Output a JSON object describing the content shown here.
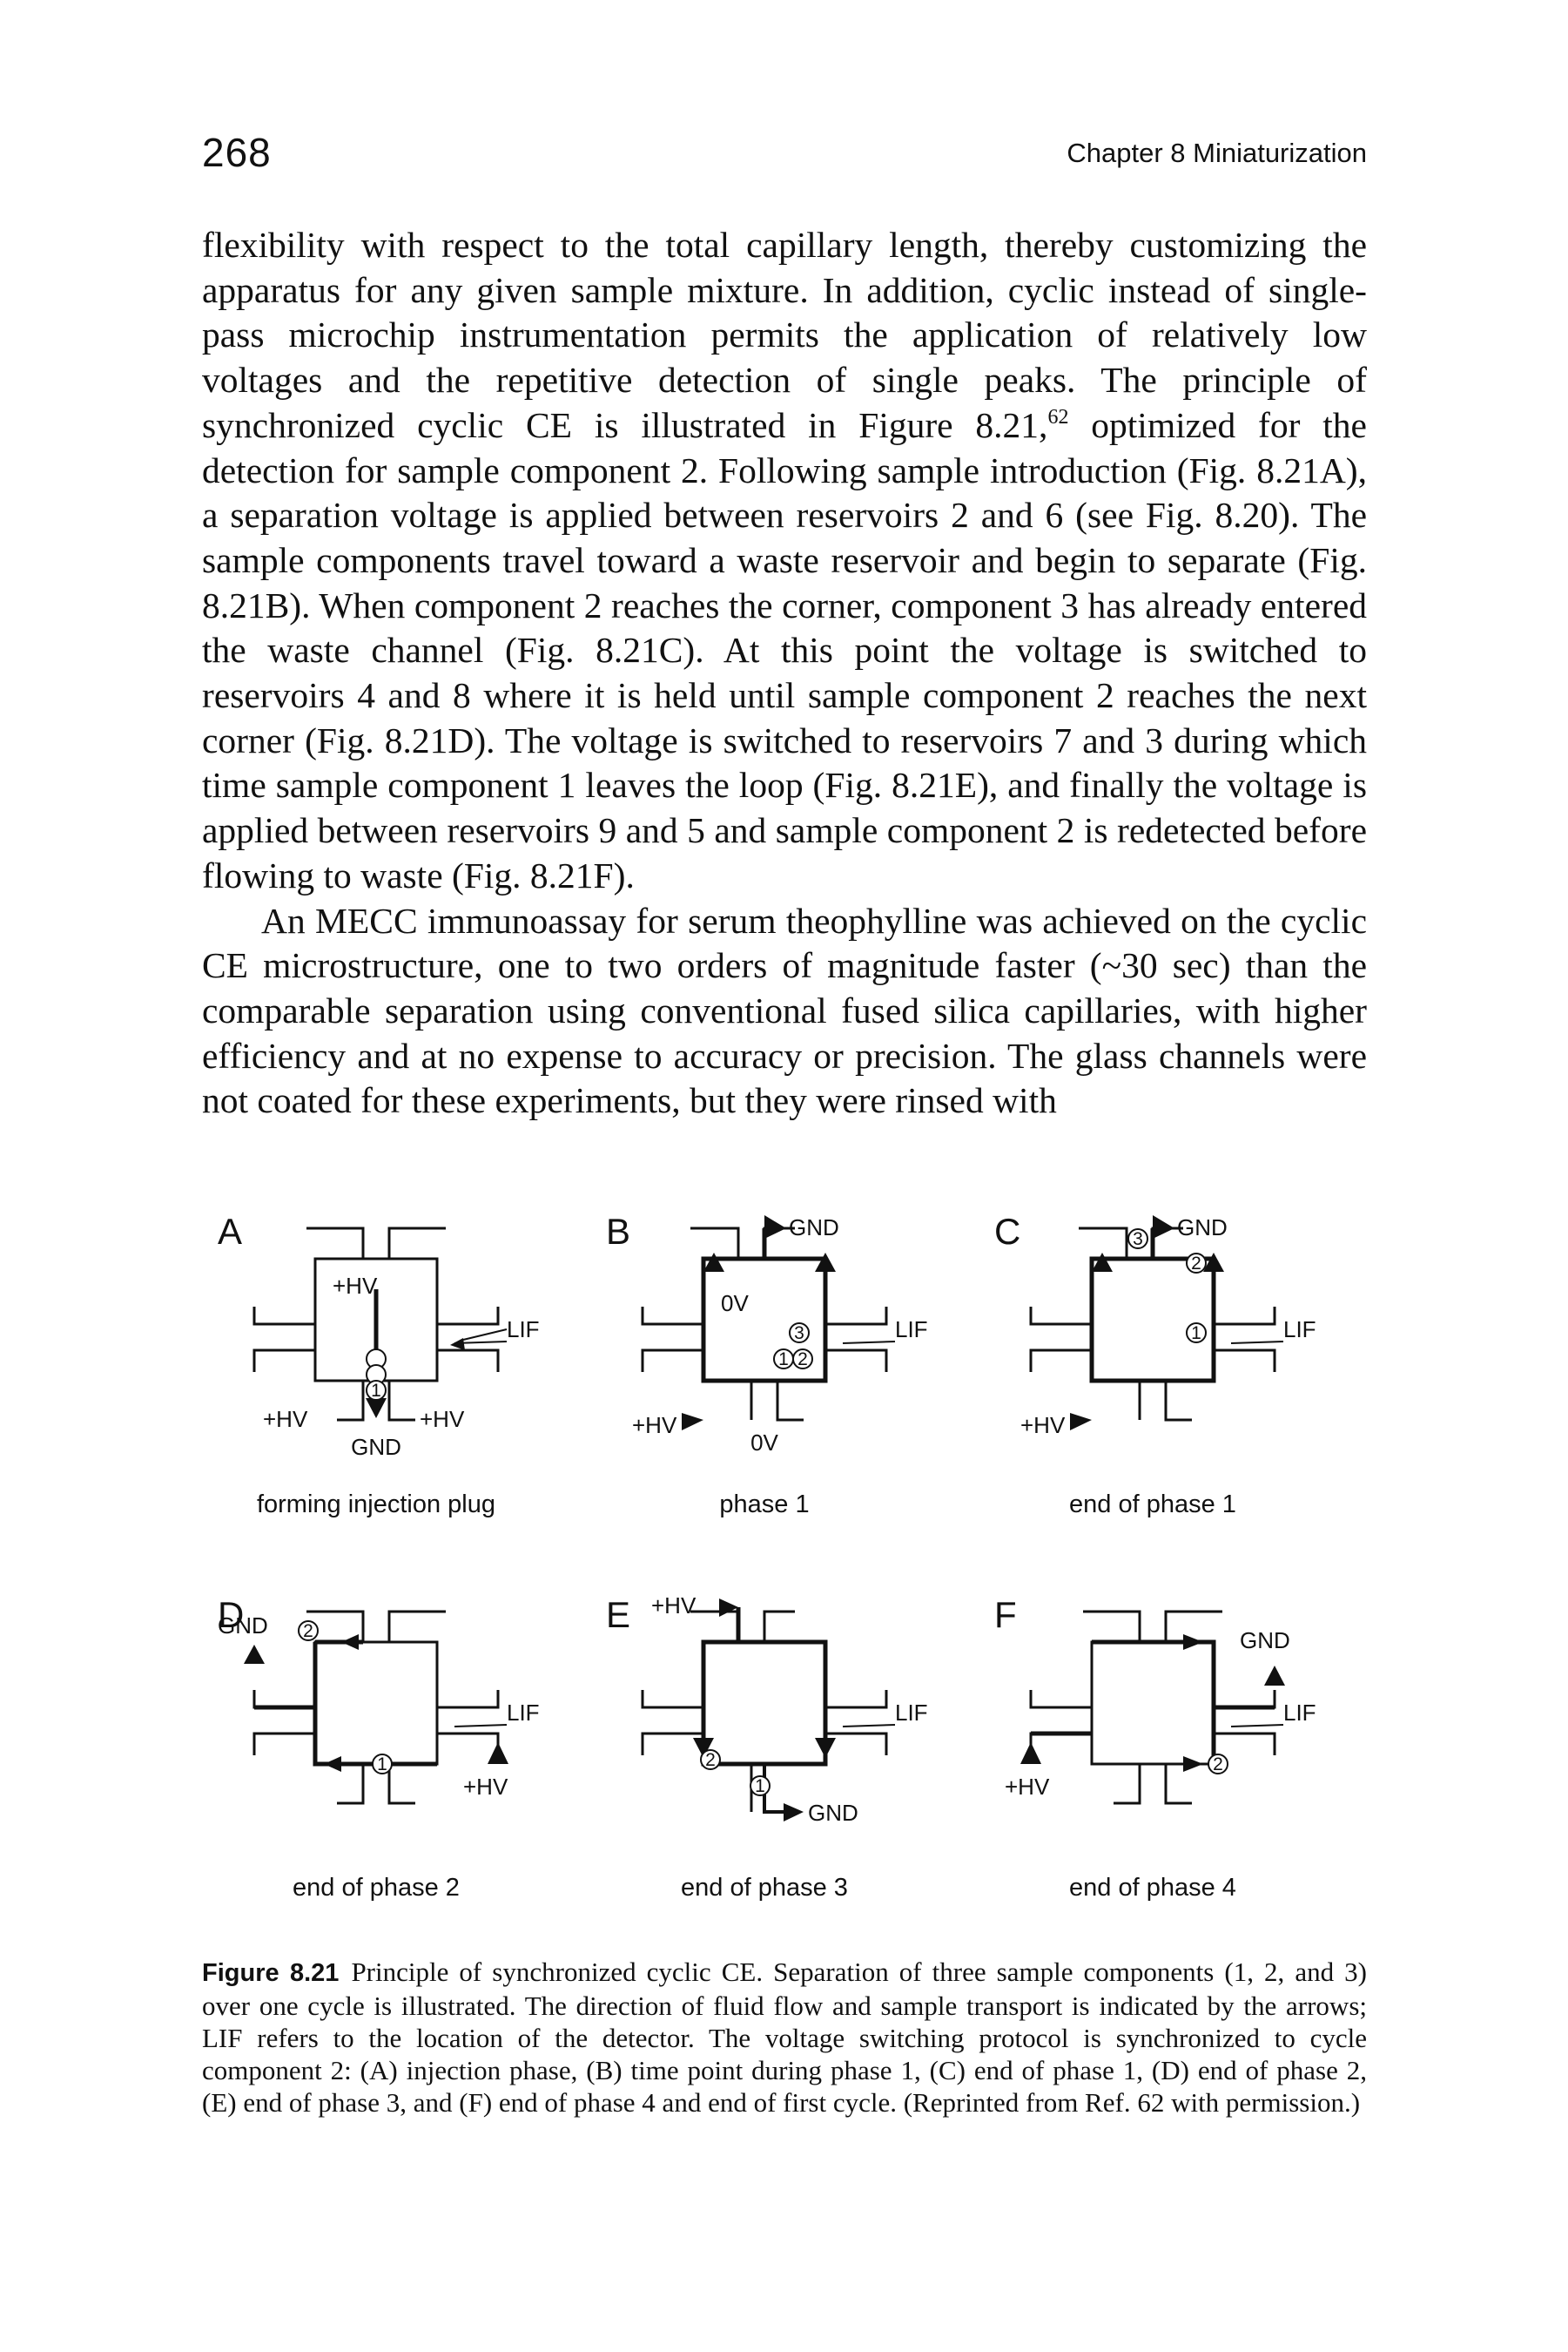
{
  "header": {
    "page_number": "268",
    "running_head": "Chapter 8 Miniaturization"
  },
  "body": {
    "paragraph_1": {
      "part1": "flexibility with respect to the total capillary length, thereby customizing the apparatus for any given sample mixture. In addition, cyclic instead of single-pass microchip instrumentation permits the application of relatively low voltages and the repetitive detection of single peaks. The principle of synchronized cyclic CE is illustrated in Figure 8.21,",
      "ref": "62",
      "part2": " optimized for the detection for sample component 2. Following sample introduction (Fig. 8.21A), a separation voltage is applied between reservoirs 2 and 6 (see Fig. 8.20). The sample components travel toward a waste reservoir and begin to separate (Fig. 8.21B). When component 2 reaches the corner, component 3 has already entered the waste channel (Fig. 8.21C). At this point the voltage is switched to reservoirs 4 and 8 where it is held until sample component 2 reaches the next corner (Fig. 8.21D). The voltage is switched to reservoirs 7 and 3 during which time sample component 1 leaves the loop (Fig. 8.21E), and finally the voltage is applied between reservoirs 9 and 5 and sample component 2 is redetected before flowing to waste (Fig. 8.21F)."
    },
    "paragraph_2": "An MECC immunoassay for serum theophylline was achieved on the cyclic CE microstructure, one to two orders of magnitude faster (~30 sec) than the comparable separation using conventional fused silica capillaries, with higher efficiency and at no expense to accuracy or precision. The glass channels were not coated for these experiments, but they were rinsed with"
  },
  "figure": {
    "panels": [
      {
        "letter": "A",
        "caption": "forming injection plug",
        "labels": {
          "center": "+HV",
          "lif": "LIF",
          "left": "+HV",
          "right": "+HV",
          "bottom": "GND"
        },
        "components": [
          "1",
          "2",
          "3"
        ]
      },
      {
        "letter": "B",
        "caption": "phase 1",
        "labels": {
          "top": "GND",
          "center": "0V",
          "lif": "LIF",
          "left": "+HV",
          "bottom": "0V"
        },
        "components": [
          "3",
          "1",
          "2"
        ]
      },
      {
        "letter": "C",
        "caption": "end of phase 1",
        "labels": {
          "top": "GND",
          "lif": "LIF",
          "left": "+HV"
        },
        "components": [
          "3",
          "2",
          "1"
        ]
      },
      {
        "letter": "D",
        "caption": "end of phase 2",
        "labels": {
          "top_left": "GND",
          "lif": "LIF",
          "right": "+HV"
        },
        "components": [
          "2",
          "1"
        ]
      },
      {
        "letter": "E",
        "caption": "end of phase 3",
        "labels": {
          "top": "+HV",
          "lif": "LIF",
          "bottom": "GND"
        },
        "components": [
          "2",
          "1"
        ]
      },
      {
        "letter": "F",
        "caption": "end of phase 4",
        "labels": {
          "top_right": "GND",
          "lif": "LIF",
          "left": "+HV"
        },
        "components": [
          "2"
        ]
      }
    ]
  },
  "caption": {
    "label": "Figure 8.21",
    "text": "Principle of synchronized cyclic CE. Separation of three sample components (1, 2, and 3) over one cycle is illustrated. The direction of fluid flow and sample transport is indicated by the arrows; LIF refers to the location of the detector. The voltage switching protocol is synchronized to cycle component 2: (A) injection phase, (B) time point during phase 1, (C) end of phase 1, (D) end of phase 2, (E) end of phase 3, and (F) end of phase 4 and end of first cycle. (Reprinted from Ref. 62 with permission.)"
  }
}
